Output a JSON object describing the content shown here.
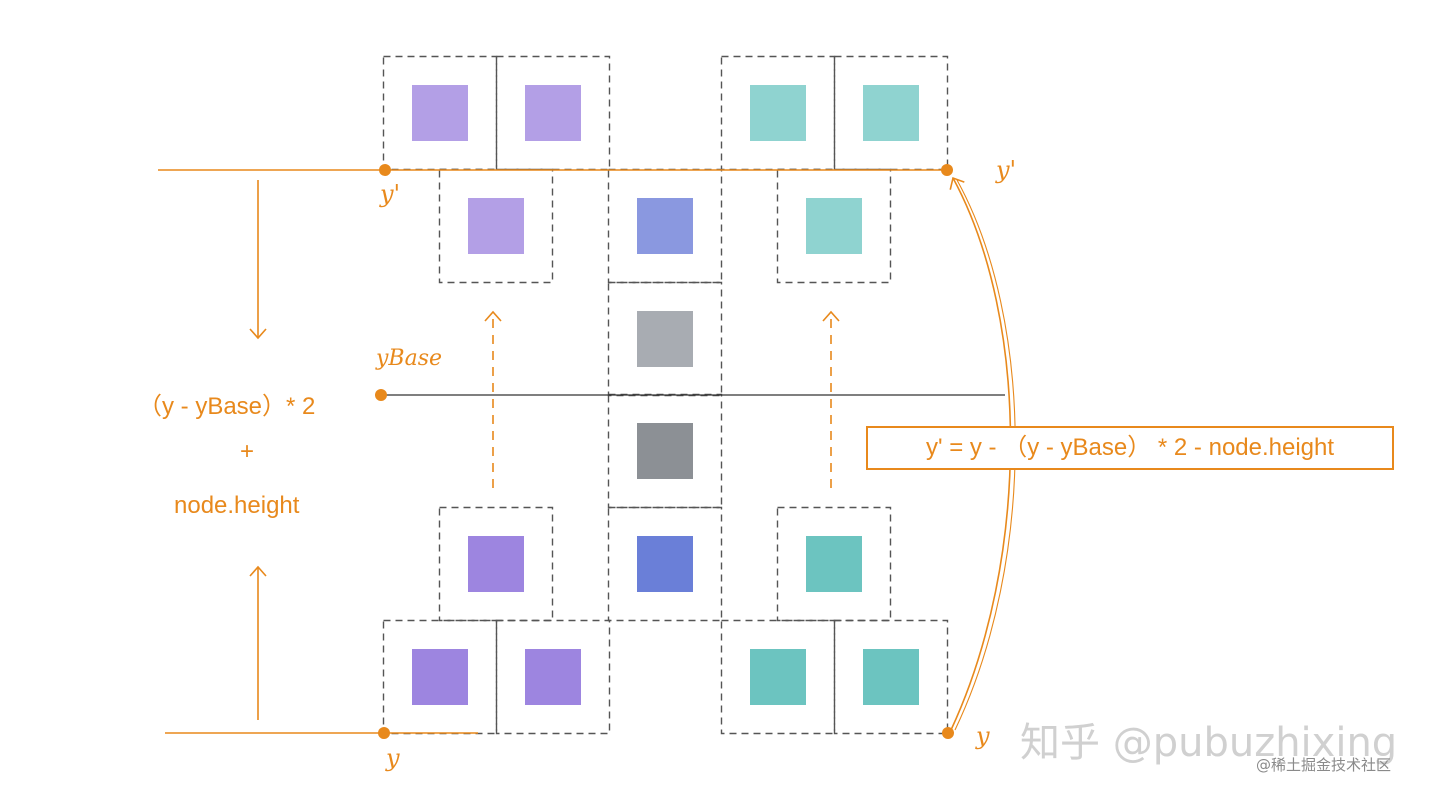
{
  "labels": {
    "yprime_left": "y'",
    "yprime_right": "y'",
    "ybase": "yBase",
    "y_left": "y",
    "y_right": "y",
    "dist_line1": "（y - yBase）* 2",
    "dist_plus": "+",
    "dist_line3": "node.height"
  },
  "formula": "y' = y - （y - yBase） * 2 - node.height",
  "watermark": {
    "zhihu": "知乎 @pubuzhixing",
    "juejin": "@稀土掘金技术社区"
  },
  "colors": {
    "accent": "#e8891c",
    "dash": "#555555",
    "purple_light": "#b39fe6",
    "purple_dark": "#9d85e0",
    "teal_light": "#8fd3d0",
    "teal_dark": "#6cc4c0",
    "blue_light": "#8a98e0",
    "blue_dark": "#6a7fd8",
    "gray_light": "#a8acb2",
    "gray_dark": "#8c9095",
    "center_line": "#333333"
  },
  "nodes": [
    {
      "group": "upper-left",
      "color": "purple_light"
    },
    {
      "group": "upper-left",
      "color": "purple_light"
    },
    {
      "group": "upper-left",
      "color": "purple_light"
    },
    {
      "group": "upper-right",
      "color": "teal_light"
    },
    {
      "group": "upper-right",
      "color": "teal_light"
    },
    {
      "group": "upper-right",
      "color": "teal_light"
    },
    {
      "group": "center",
      "color": "blue_light"
    },
    {
      "group": "center",
      "color": "gray_light"
    },
    {
      "group": "center",
      "color": "gray_dark"
    },
    {
      "group": "center",
      "color": "blue_dark"
    },
    {
      "group": "lower-left",
      "color": "purple_dark"
    },
    {
      "group": "lower-left",
      "color": "purple_dark"
    },
    {
      "group": "lower-left",
      "color": "purple_dark"
    },
    {
      "group": "lower-right",
      "color": "teal_dark"
    },
    {
      "group": "lower-right",
      "color": "teal_dark"
    },
    {
      "group": "lower-right",
      "color": "teal_dark"
    }
  ]
}
